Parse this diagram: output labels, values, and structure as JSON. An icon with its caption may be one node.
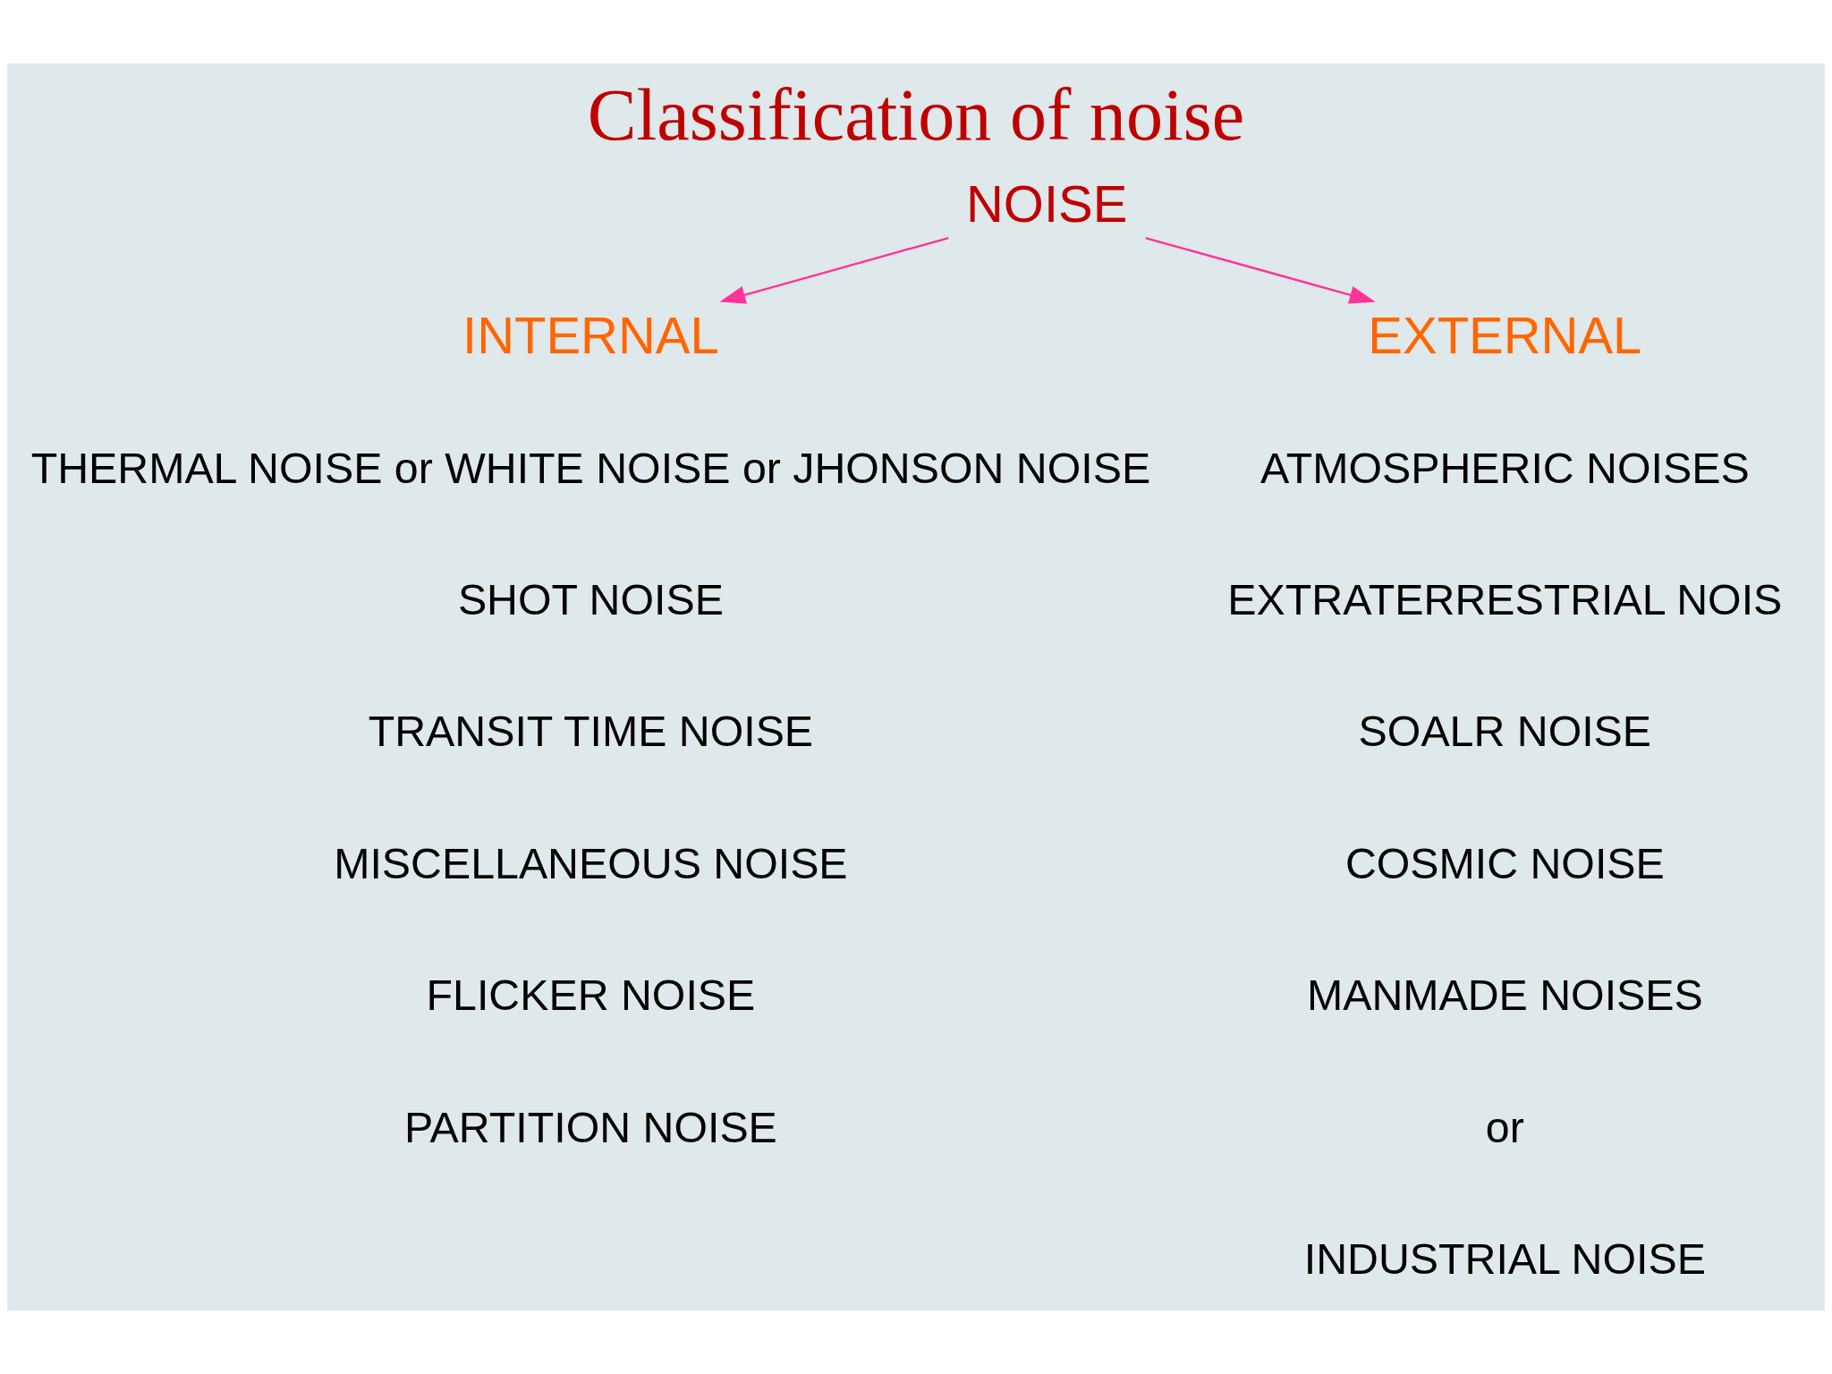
{
  "diagram": {
    "title": "Classification of noise",
    "nodes": [
      {
        "text": [
          "NOISE"
        ]
      },
      {
        "text": [
          "INTERNAL"
        ]
      },
      {
        "text": [
          "EXTERNAL"
        ]
      }
    ],
    "edges": [
      {
        "from": 0,
        "to": 1,
        "arrow": "to"
      },
      {
        "from": 0,
        "to": 2,
        "arrow": "to"
      }
    ],
    "labels": [
      "THERMAL NOISE or WHITE NOISE or JHONSON NOISE",
      "SHOT NOISE",
      "TRANSIT TIME NOISE",
      "MISCELLANEOUS NOISE",
      "FLICKER NOISE",
      "PARTITION NOISE",
      "ATMOSPHERIC NOISES",
      "EXTRATERRESTRIAL NOIS",
      "SOALR NOISE",
      "COSMIC NOISE",
      "MANMADE NOISES",
      "or",
      "INDUSTRIAL NOISE"
    ]
  }
}
